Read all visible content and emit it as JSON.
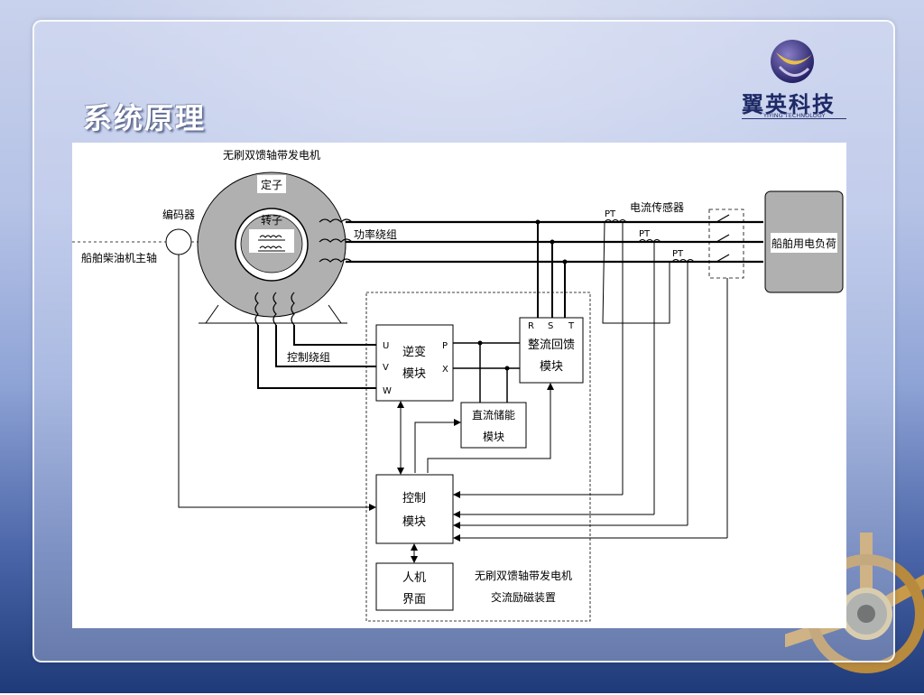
{
  "slide": {
    "title": "系统原理",
    "logo": {
      "name": "翼英科技",
      "subtitle": "YIYING TECHNOLOGY"
    }
  },
  "diagram": {
    "labels": {
      "generator": "无刷双馈轴带发电机",
      "stator": "定子",
      "rotor": "转子",
      "encoder": "编码器",
      "shaft": "船舶柴油机主轴",
      "power_winding": "功率绕组",
      "control_winding": "控制绕组",
      "current_sensor": "电流传感器",
      "pt": "PT",
      "load": "船舶用电负荷",
      "inverter_1": "逆变",
      "inverter_2": "模块",
      "rectifier_1": "整流回馈",
      "rectifier_2": "模块",
      "dc_1": "直流储能",
      "dc_2": "模块",
      "control_1": "控制",
      "control_2": "模块",
      "hmi_1": "人机",
      "hmi_2": "界面",
      "device_1": "无刷双馈轴带发电机",
      "device_2": "交流励磁装置",
      "u": "U",
      "v": "V",
      "w": "W",
      "p": "P",
      "x": "X",
      "r": "R",
      "s": "S",
      "t": "T"
    }
  }
}
